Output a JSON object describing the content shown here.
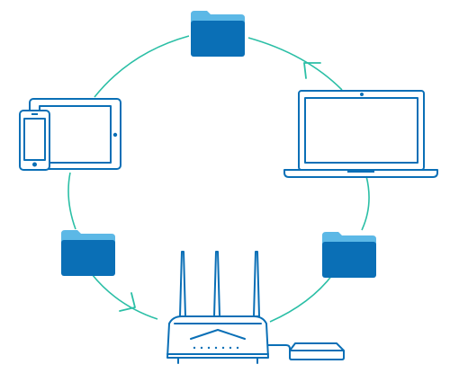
{
  "colors": {
    "device_stroke": "#0a6fb6",
    "cycle_teal": "#2bbfa6",
    "folder_back": "#5cb8e6",
    "folder_front": "#0a6fb6",
    "background": "#ffffff"
  },
  "nodes": [
    {
      "id": "folder-top",
      "icon": "folder-icon"
    },
    {
      "id": "laptop",
      "icon": "laptop-icon"
    },
    {
      "id": "folder-right",
      "icon": "folder-icon"
    },
    {
      "id": "router",
      "icon": "router-icon"
    },
    {
      "id": "external-drive",
      "icon": "hard-drive-icon"
    },
    {
      "id": "folder-left",
      "icon": "folder-icon"
    },
    {
      "id": "tablet-phone",
      "icon": "tablet-and-phone-icon"
    }
  ],
  "arrows": [
    {
      "id": "arrow-to-top",
      "icon": "arrowhead-icon"
    },
    {
      "id": "arrow-to-router",
      "icon": "arrowhead-icon"
    }
  ]
}
